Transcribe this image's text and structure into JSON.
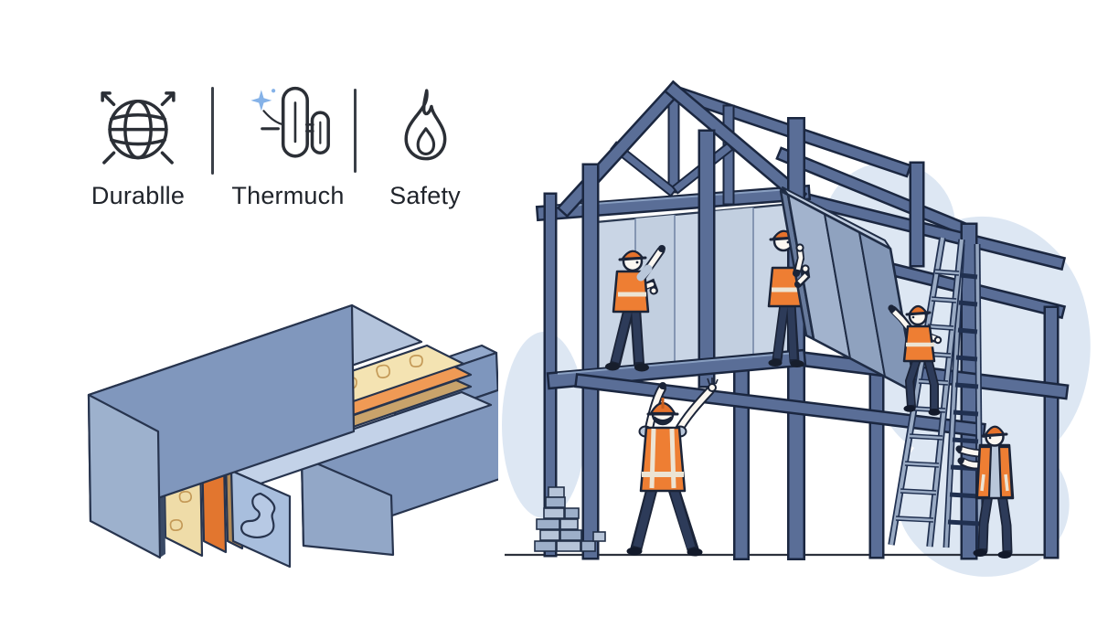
{
  "features": {
    "items": [
      {
        "label": "Durablle",
        "icon": "globe-expand-icon"
      },
      {
        "label": "Thermuch",
        "icon": "thermometer-comparison-icon"
      },
      {
        "label": "Safety",
        "icon": "flame-icon"
      }
    ]
  },
  "panel_illustration": {
    "name": "sandwich-panel-cutaway",
    "layer_count": 6,
    "layers": [
      "outer-facing",
      "insulation-wool",
      "foam-core",
      "adhesive-layer",
      "interlocking-liner",
      "inner-facing"
    ]
  },
  "construction_scene": {
    "name": "workers-installing-panels-on-steel-frame",
    "worker_count": 5,
    "objects": [
      "steel-frame",
      "gable-truss",
      "wall-panels",
      "tilted-panel",
      "stepladder",
      "brick-stack",
      "ground-line"
    ]
  },
  "colors": {
    "icon_stroke": "#2b2f36",
    "label_text": "#20242b",
    "accent_orange": "#ee7e33",
    "helmet_orange": "#e6722b",
    "steel_blue": "#5a6e97",
    "steel_outline": "#1b2740",
    "wall_panel_light": "#c9d5e5",
    "insulation_cream": "#f4e3b2",
    "insulation_squiggle": "#c49a58",
    "foam_orange": "#e2762f",
    "background_blob": "#dde7f3",
    "shirt_blue": "#b9c7da",
    "pants_navy": "#2d3b59",
    "sparkle_blue": "#85b2e8"
  }
}
